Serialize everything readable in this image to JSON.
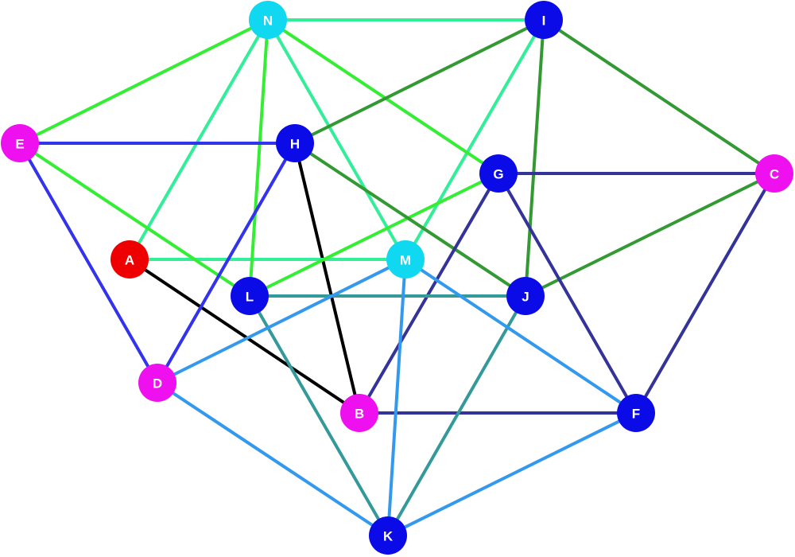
{
  "colors": {
    "red": "#ee0000",
    "magenta": "#ee10ee",
    "cyan": "#0fd8f0",
    "blue": "#0b0be8",
    "black": "#000000",
    "navy": "#333399",
    "teal": "#339999",
    "sky": "#3399ee",
    "royal": "#3333ee",
    "green": "#33ee33",
    "mint": "#33ee99",
    "forest": "#339933"
  },
  "nodes": [
    {
      "id": "A",
      "label": "A",
      "color": "red"
    },
    {
      "id": "B",
      "label": "B",
      "color": "magenta"
    },
    {
      "id": "C",
      "label": "C",
      "color": "magenta"
    },
    {
      "id": "D",
      "label": "D",
      "color": "magenta"
    },
    {
      "id": "E",
      "label": "E",
      "color": "magenta"
    },
    {
      "id": "F",
      "label": "F",
      "color": "blue"
    },
    {
      "id": "G",
      "label": "G",
      "color": "blue"
    },
    {
      "id": "H",
      "label": "H",
      "color": "blue"
    },
    {
      "id": "I",
      "label": "I",
      "color": "blue"
    },
    {
      "id": "J",
      "label": "J",
      "color": "blue"
    },
    {
      "id": "K",
      "label": "K",
      "color": "blue"
    },
    {
      "id": "L",
      "label": "L",
      "color": "blue"
    },
    {
      "id": "M",
      "label": "M",
      "color": "cyan"
    },
    {
      "id": "N",
      "label": "N",
      "color": "cyan"
    }
  ],
  "edges": [
    {
      "from": "A",
      "to": "B",
      "color": "black"
    },
    {
      "from": "H",
      "to": "B",
      "color": "black"
    },
    {
      "from": "A",
      "to": "M",
      "color": "mint"
    },
    {
      "from": "A",
      "to": "N",
      "color": "mint"
    },
    {
      "from": "N",
      "to": "I",
      "color": "mint"
    },
    {
      "from": "N",
      "to": "M",
      "color": "mint"
    },
    {
      "from": "I",
      "to": "M",
      "color": "mint"
    },
    {
      "from": "N",
      "to": "E",
      "color": "green"
    },
    {
      "from": "N",
      "to": "L",
      "color": "green"
    },
    {
      "from": "N",
      "to": "G",
      "color": "green"
    },
    {
      "from": "E",
      "to": "L",
      "color": "green"
    },
    {
      "from": "G",
      "to": "L",
      "color": "green"
    },
    {
      "from": "I",
      "to": "H",
      "color": "forest"
    },
    {
      "from": "I",
      "to": "J",
      "color": "forest"
    },
    {
      "from": "I",
      "to": "C",
      "color": "forest"
    },
    {
      "from": "H",
      "to": "J",
      "color": "forest"
    },
    {
      "from": "C",
      "to": "J",
      "color": "forest"
    },
    {
      "from": "E",
      "to": "H",
      "color": "royal"
    },
    {
      "from": "E",
      "to": "D",
      "color": "royal"
    },
    {
      "from": "H",
      "to": "D",
      "color": "royal"
    },
    {
      "from": "G",
      "to": "C",
      "color": "navy"
    },
    {
      "from": "G",
      "to": "B",
      "color": "navy"
    },
    {
      "from": "G",
      "to": "F",
      "color": "navy"
    },
    {
      "from": "C",
      "to": "F",
      "color": "navy"
    },
    {
      "from": "B",
      "to": "F",
      "color": "navy"
    },
    {
      "from": "L",
      "to": "J",
      "color": "teal"
    },
    {
      "from": "L",
      "to": "K",
      "color": "teal"
    },
    {
      "from": "J",
      "to": "K",
      "color": "teal"
    },
    {
      "from": "M",
      "to": "D",
      "color": "sky"
    },
    {
      "from": "M",
      "to": "K",
      "color": "sky"
    },
    {
      "from": "M",
      "to": "F",
      "color": "sky"
    },
    {
      "from": "D",
      "to": "K",
      "color": "sky"
    },
    {
      "from": "K",
      "to": "F",
      "color": "sky"
    }
  ]
}
